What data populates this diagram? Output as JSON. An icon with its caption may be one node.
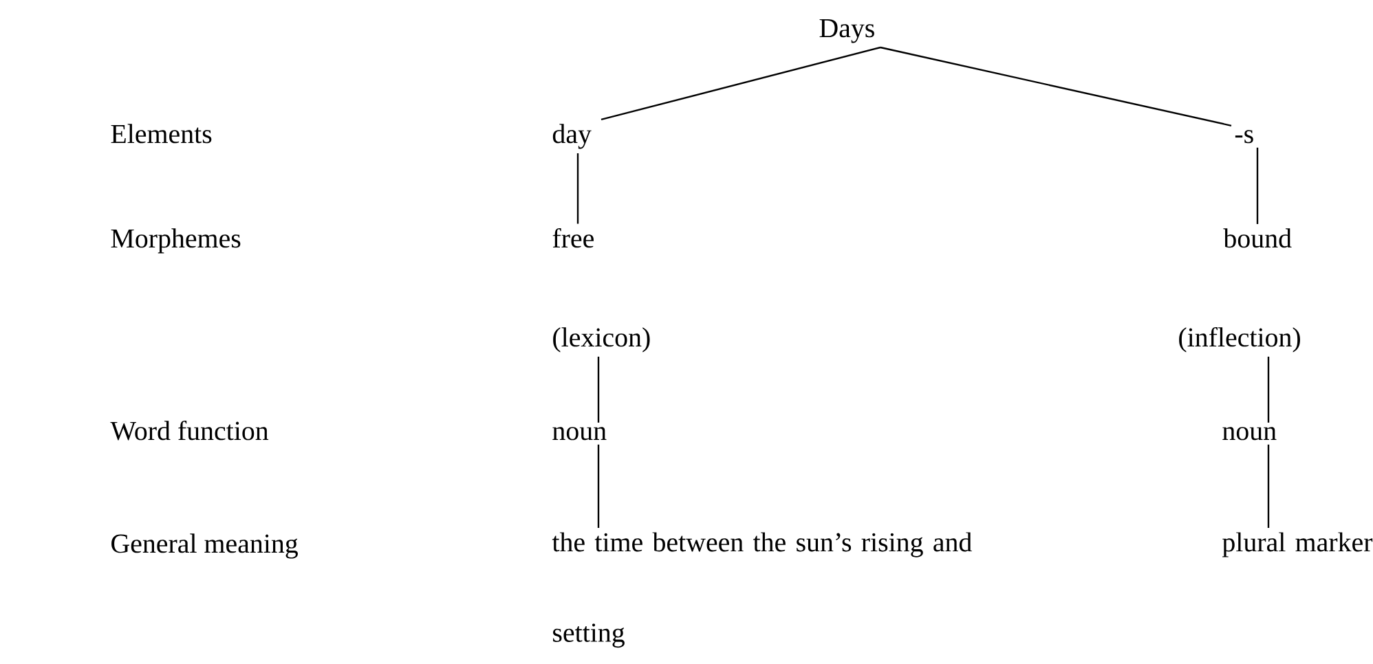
{
  "diagram": {
    "nodes": [
      {
        "text": [
          "Days"
        ]
      },
      {
        "text": [
          "day"
        ]
      },
      {
        "text": [
          "-s"
        ]
      },
      {
        "text": [
          "free"
        ]
      },
      {
        "text": [
          "bound"
        ]
      },
      {
        "text": [
          "(lexicon)"
        ]
      },
      {
        "text": [
          "(inflection)"
        ]
      },
      {
        "text": [
          "noun"
        ]
      },
      {
        "text": [
          "noun"
        ]
      },
      {
        "text": [
          "the time between the sun’s rising and setting"
        ]
      },
      {
        "text": [
          "plural marker"
        ]
      }
    ],
    "edges": [
      {
        "from": 0,
        "to": 1,
        "arrow": "none"
      },
      {
        "from": 0,
        "to": 2,
        "arrow": "none"
      },
      {
        "from": 1,
        "to": 3,
        "arrow": "none"
      },
      {
        "from": 2,
        "to": 4,
        "arrow": "none"
      },
      {
        "from": 5,
        "to": 7,
        "arrow": "none"
      },
      {
        "from": 6,
        "to": 8,
        "arrow": "none"
      },
      {
        "from": 7,
        "to": 9,
        "arrow": "none"
      },
      {
        "from": 8,
        "to": 10,
        "arrow": "none"
      }
    ],
    "labels": [
      "Elements",
      "Morphemes",
      "Word function",
      "General meaning"
    ]
  }
}
